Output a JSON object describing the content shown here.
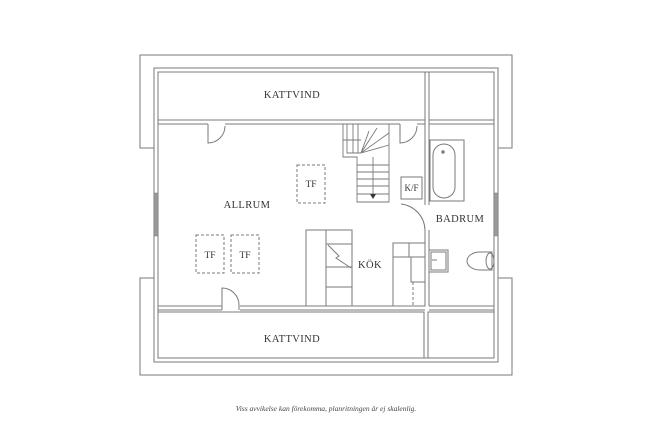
{
  "plan": {
    "rooms": [
      {
        "id": "kattvind-top",
        "label": "KATTVIND"
      },
      {
        "id": "allrum",
        "label": "ALLRUM"
      },
      {
        "id": "badrum",
        "label": "BADRUM"
      },
      {
        "id": "kok",
        "label": "KÖK"
      },
      {
        "id": "kattvind-bottom",
        "label": "KATTVIND"
      }
    ],
    "fixtures": {
      "tf_1": "TF",
      "tf_2": "TF",
      "tf_3": "TF",
      "kf": "K/F"
    },
    "colors": {
      "wall": "#7a7a7a",
      "window": "#9a9a9a",
      "background": "#ffffff"
    }
  },
  "caption": "Viss avvikelse kan förekomma, planritningen är ej skalenlig."
}
